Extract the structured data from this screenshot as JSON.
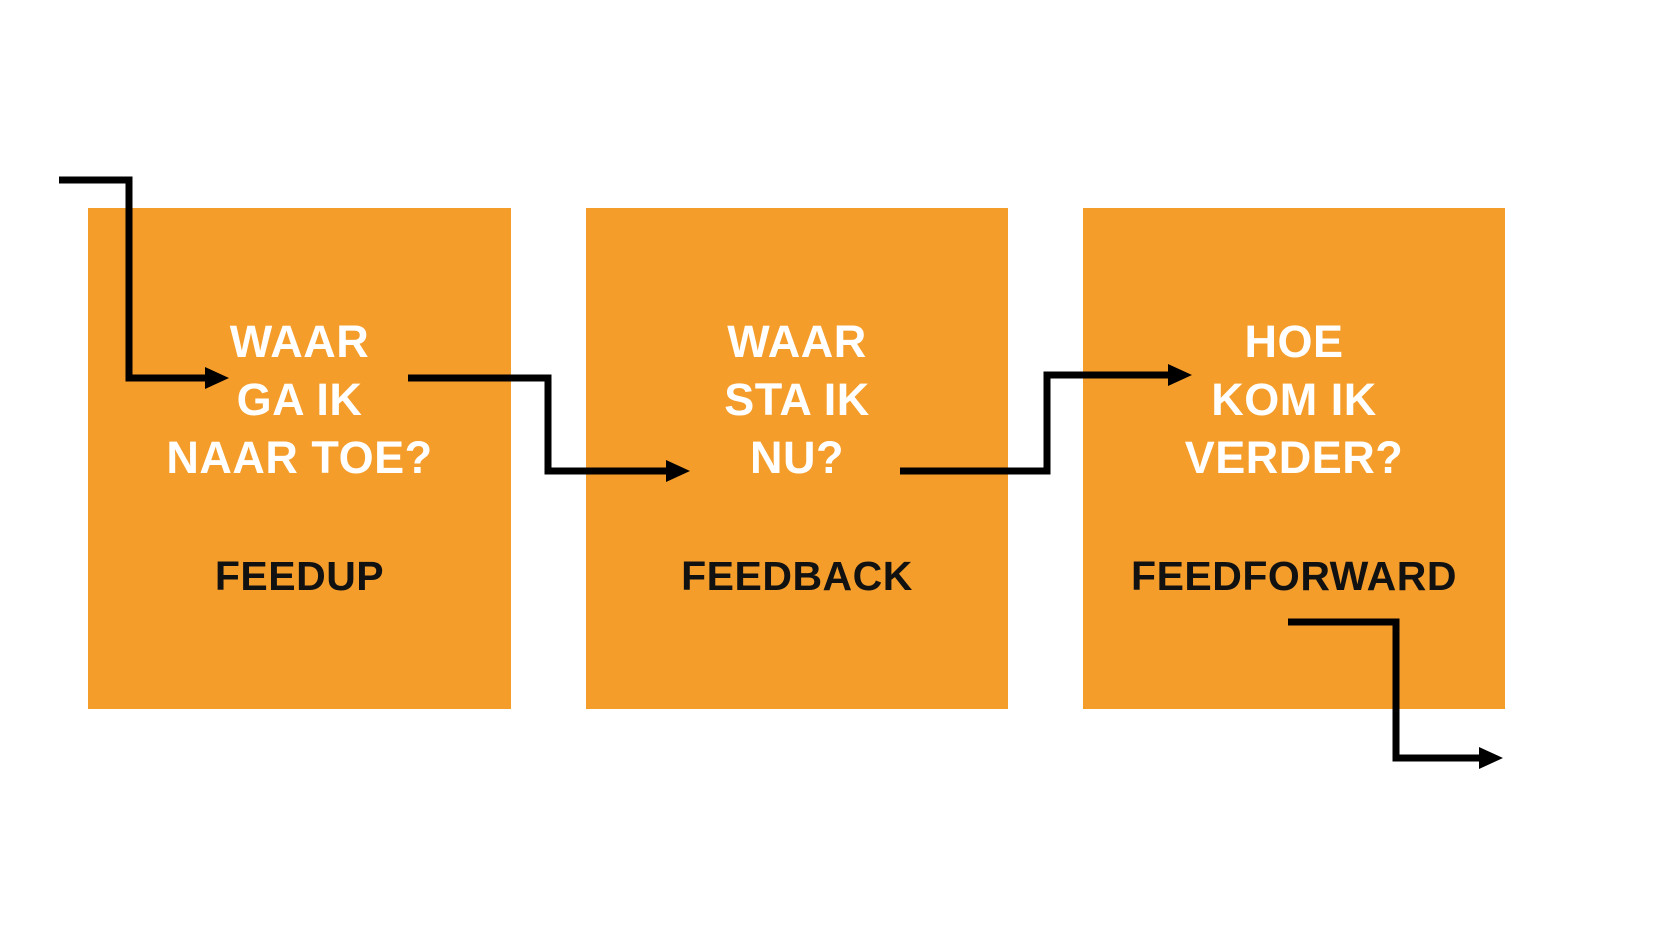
{
  "colors": {
    "box_fill": "#F59D2B",
    "arrow": "#000000",
    "question_text": "#FFFFFF",
    "label_text": "#111111",
    "background": "#FFFFFF"
  },
  "diagram": {
    "type": "flow",
    "nodes": [
      {
        "id": "feedup",
        "question_lines": [
          "WAAR",
          "GA IK",
          "NAAR TOE?"
        ],
        "question": "WAAR GA IK NAAR TOE?",
        "label": "FEEDUP"
      },
      {
        "id": "feedback",
        "question_lines": [
          "WAAR",
          "STA IK",
          "NU?"
        ],
        "question": "WAAR STA IK NU?",
        "label": "FEEDBACK"
      },
      {
        "id": "feedforward",
        "question_lines": [
          "HOE",
          "KOM IK",
          "VERDER?"
        ],
        "question": "HOE KOM IK VERDER?",
        "label": "FEEDFORWARD"
      }
    ],
    "edges": [
      {
        "from": "start",
        "to": "feedup"
      },
      {
        "from": "feedup",
        "to": "feedback"
      },
      {
        "from": "feedback",
        "to": "feedforward"
      },
      {
        "from": "feedforward",
        "to": "end"
      }
    ]
  }
}
